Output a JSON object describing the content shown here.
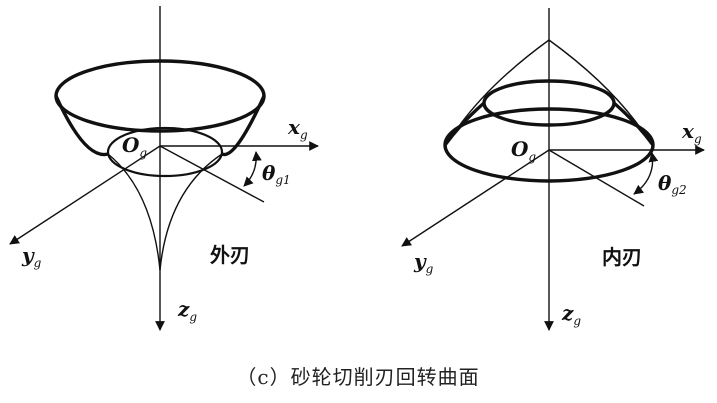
{
  "left_panel": {
    "origin_main": "O",
    "origin_sub": "g",
    "x_main": "x",
    "x_sub": "g",
    "y_main": "y",
    "y_sub": "g",
    "z_main": "z",
    "z_sub": "g",
    "angle_main": "θ",
    "angle_sub": "g1",
    "label": "外刃"
  },
  "right_panel": {
    "origin_main": "O",
    "origin_sub": "g",
    "x_main": "x",
    "x_sub": "g",
    "y_main": "y",
    "y_sub": "g",
    "z_main": "z",
    "z_sub": "g",
    "angle_main": "θ",
    "angle_sub": "g2",
    "label": "内刃"
  },
  "caption": "（c）砂轮切削刃回转曲面"
}
